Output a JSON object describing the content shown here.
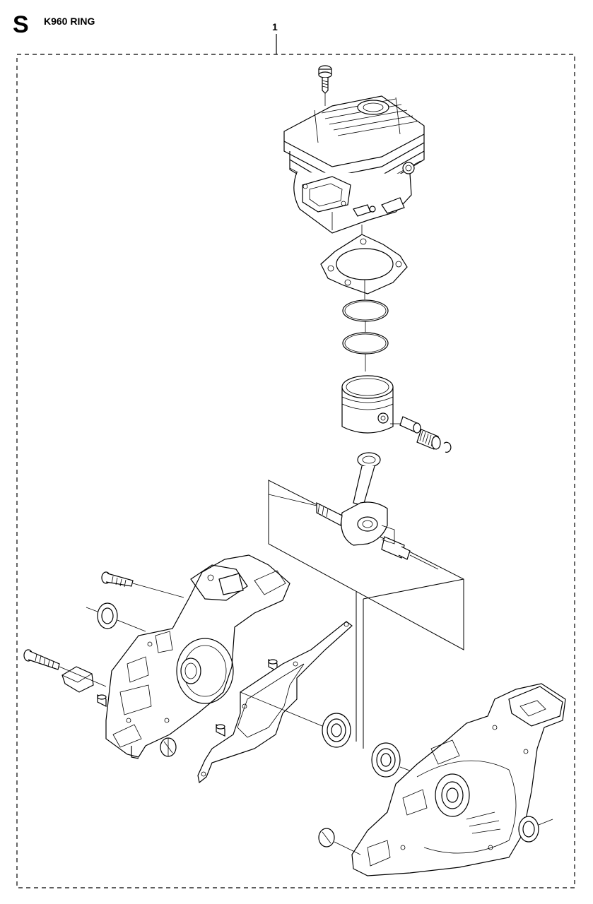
{
  "header": {
    "section_letter": "S",
    "model_title": "K960 RING"
  },
  "diagram": {
    "ref_number": "1",
    "parts": [
      "cylinder-screw",
      "cylinder",
      "cylinder-gasket",
      "piston-ring",
      "piston-ring",
      "piston",
      "piston-pin",
      "needle-bearing",
      "circlip",
      "crankshaft",
      "crankcase-left",
      "crankcase-right",
      "crankcase-gasket",
      "ball-bearing",
      "ball-bearing",
      "seal-ring",
      "seal-ring",
      "screw",
      "screw",
      "guide-pin",
      "guide-pin",
      "plug",
      "plug",
      "bracket"
    ]
  }
}
